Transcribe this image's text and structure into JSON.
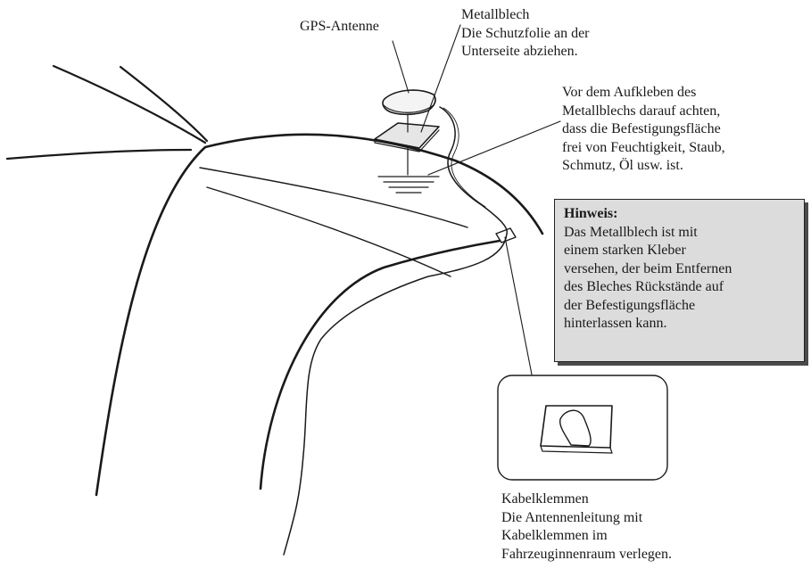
{
  "labels": {
    "gps_antenna": "GPS-Antenne",
    "metal_plate_title": "Metallblech",
    "metal_plate_lines": [
      "Die Schutzfolie an der",
      "Unterseite abziehen."
    ],
    "surface_lines": [
      "Vor dem Aufkleben des",
      "Metallblechs darauf achten,",
      "dass die Befestigungsfläche",
      "frei von Feuchtigkeit, Staub,",
      "Schmutz, Öl usw. ist."
    ],
    "clamp_title": "Kabelklemmen",
    "clamp_lines": [
      "Die Antennenleitung mit",
      "Kabelklemmen im",
      "Fahrzeuginnenraum verlegen."
    ]
  },
  "note": {
    "title": "Hinweis:",
    "lines": [
      "Das Metallblech ist mit",
      "einem starken Kleber",
      "versehen, der beim Entfernen",
      "des Bleches Rückstände auf",
      "der Befestigungsfläche",
      "hinterlassen kann."
    ]
  },
  "colors": {
    "line": "#1a1a1a",
    "note_bg": "#dcdcdc",
    "note_shadow": "#4a4a4a"
  }
}
